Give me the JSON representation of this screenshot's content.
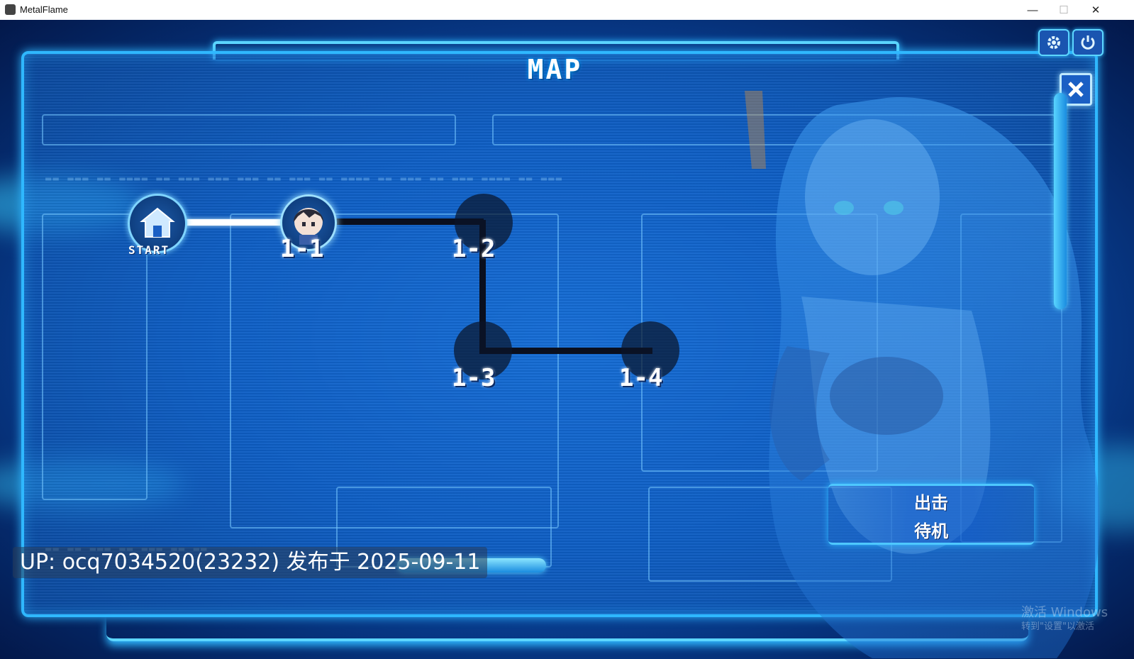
{
  "window": {
    "title": "MetalFlame",
    "controls": {
      "minimize": "—",
      "maximize": "☐",
      "close": "✕"
    }
  },
  "map": {
    "title": "MAP",
    "start_label": "START",
    "stages": [
      "1-1",
      "1-2",
      "1-3",
      "1-4"
    ],
    "current_stage": "1-1"
  },
  "commands": {
    "sortie": "出击",
    "standby": "待机"
  },
  "toolbar": {
    "gear_icon": "gear-icon",
    "power_icon": "power-icon",
    "close_icon": "close-icon"
  },
  "overlay": {
    "uploader_text": "UP: ocq7034520(23232) 发布于 2025-09-11"
  },
  "watermark": {
    "line1": "激活 Windows",
    "line2": "转到\"设置\"以激活"
  },
  "colors": {
    "accent": "#2fb8ff",
    "panel": "#136cd6",
    "path_cleared": "#ffffff",
    "path_locked": "#0a0f1e"
  }
}
